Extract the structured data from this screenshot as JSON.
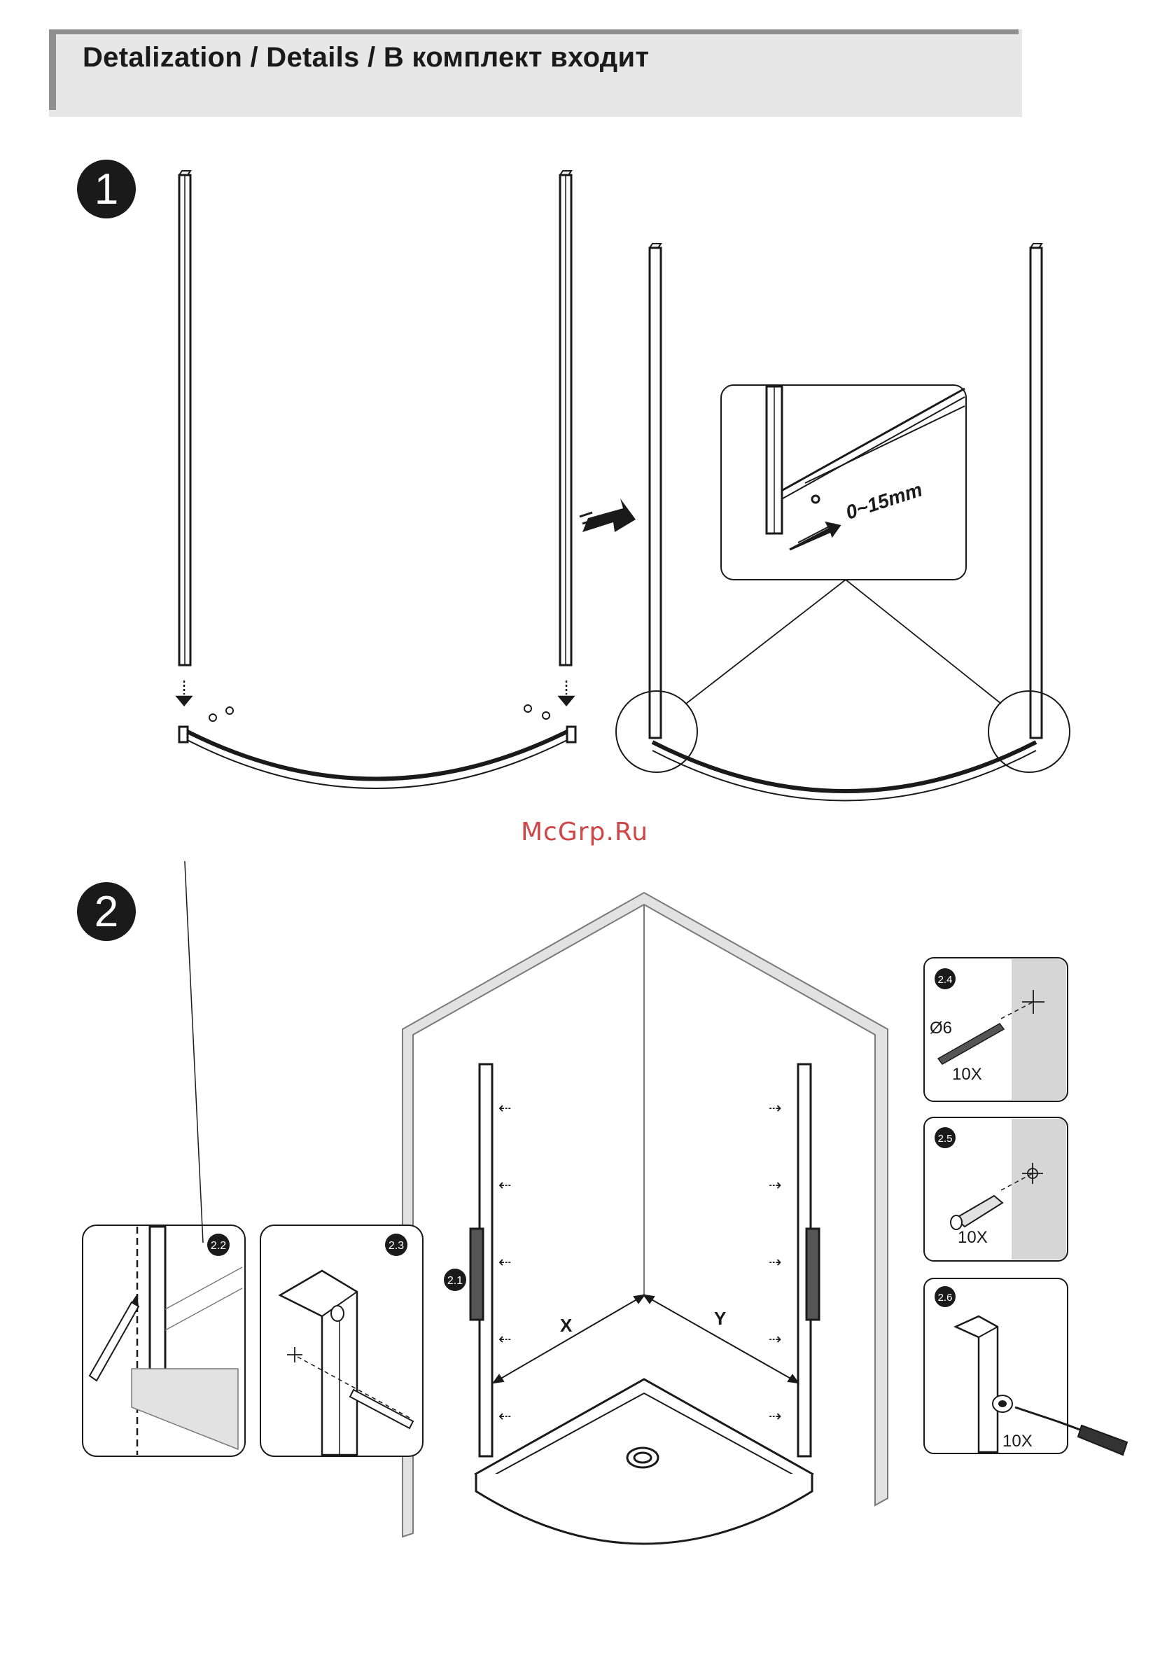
{
  "header": {
    "title": "Detalization / Details / В комплект входит"
  },
  "steps": [
    {
      "number": "1"
    },
    {
      "number": "2"
    }
  ],
  "watermark": "McGrp.Ru",
  "callouts": {
    "gap": "0~15mm",
    "dim_x": "X",
    "dim_y": "Y",
    "step_2_1": "2.1",
    "step_2_2": "2.2",
    "step_2_3": "2.3",
    "step_2_4": "2.4",
    "step_2_5": "2.5",
    "step_2_6": "2.6",
    "drill_size": "Ø6",
    "qty_drill": "10X",
    "qty_plug": "10X",
    "qty_screw": "10X"
  },
  "colors": {
    "line": "#1a1a1a",
    "wall": "#e2e2e2",
    "wall_edge": "#7a7a7a",
    "panel": "#d6d6d6",
    "watermark": "#d04545"
  },
  "icons": [
    "arrow-down-icon",
    "push-arrow-icon",
    "drill-bit-icon",
    "wall-plug-icon",
    "screwdriver-icon",
    "pencil-icon",
    "crosshair-icon"
  ]
}
